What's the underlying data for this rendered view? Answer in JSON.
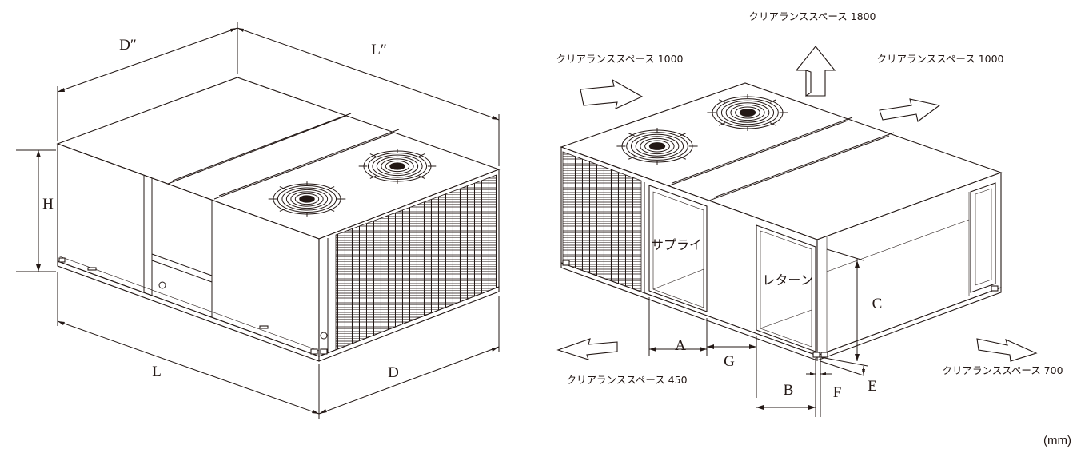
{
  "left_view": {
    "dimensions": {
      "depth_top": "D″",
      "length_top": "L″",
      "height": "H",
      "length": "L",
      "depth": "D"
    }
  },
  "right_view": {
    "openings": {
      "supply": "サプライ",
      "return": "レターン"
    },
    "dimensions": {
      "a": "A",
      "b": "B",
      "c": "C",
      "e": "E",
      "f": "F",
      "g": "G"
    },
    "clearances": {
      "top": "クリアランススペース 1800",
      "left_back": "クリアランススペース 1000",
      "right_back": "クリアランススペース 1000",
      "front": "クリアランススペース 450",
      "right": "クリアランススペース 700"
    }
  },
  "unit": "(mm)"
}
